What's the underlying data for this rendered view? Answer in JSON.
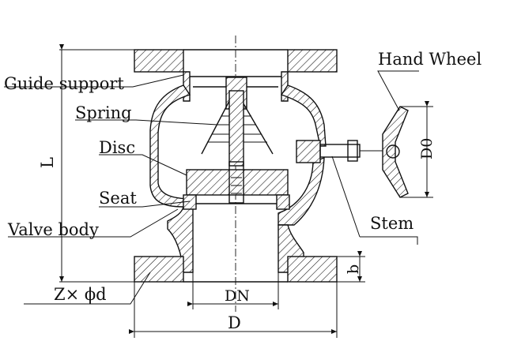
{
  "labels": {
    "hand_wheel": "Hand Wheel",
    "guide_support": "Guide support",
    "spring": "Spring",
    "disc": "Disc",
    "seat": "Seat",
    "valve_body": "Valve body",
    "stem": "Stem",
    "flange_holes": "Z× ϕd"
  },
  "dimensions": {
    "length": "L",
    "nominal_diameter": "DN",
    "flange_diameter": "D",
    "handwheel_diameter": "D0",
    "flange_thickness": "b"
  }
}
